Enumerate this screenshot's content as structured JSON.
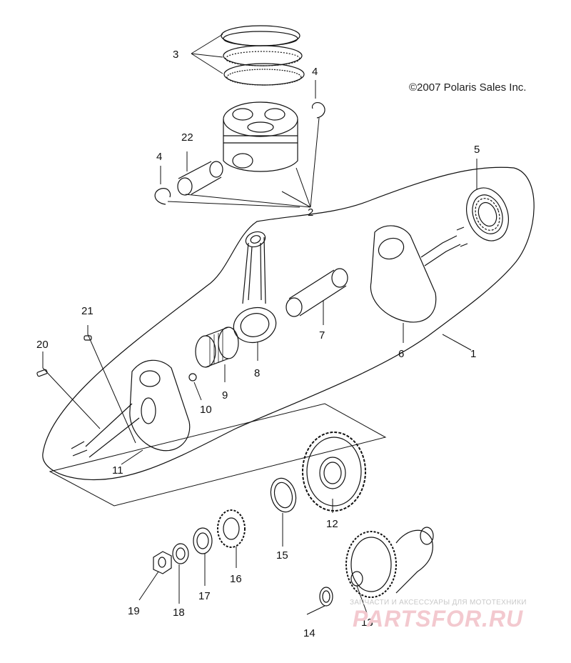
{
  "copyright": "©2007 Polaris Sales Inc.",
  "callouts": [
    {
      "id": "1",
      "label": "1"
    },
    {
      "id": "2",
      "label": "2"
    },
    {
      "id": "3",
      "label": "3"
    },
    {
      "id": "4a",
      "label": "4"
    },
    {
      "id": "4b",
      "label": "4"
    },
    {
      "id": "5",
      "label": "5"
    },
    {
      "id": "6",
      "label": "6"
    },
    {
      "id": "7",
      "label": "7"
    },
    {
      "id": "8",
      "label": "8"
    },
    {
      "id": "9",
      "label": "9"
    },
    {
      "id": "10",
      "label": "10"
    },
    {
      "id": "11",
      "label": "11"
    },
    {
      "id": "12",
      "label": "12"
    },
    {
      "id": "13",
      "label": "13"
    },
    {
      "id": "14",
      "label": "14"
    },
    {
      "id": "15",
      "label": "15"
    },
    {
      "id": "16",
      "label": "16"
    },
    {
      "id": "17",
      "label": "17"
    },
    {
      "id": "18",
      "label": "18"
    },
    {
      "id": "19",
      "label": "19"
    },
    {
      "id": "20",
      "label": "20"
    },
    {
      "id": "21",
      "label": "21"
    },
    {
      "id": "22",
      "label": "22"
    }
  ],
  "watermark": {
    "subtitle": "ЗАПЧАСТИ И АКСЕССУАРЫ ДЛЯ МОТОТЕХНИКИ",
    "brand": "PARTSFOR.RU",
    "color": "#e8a0aa"
  }
}
